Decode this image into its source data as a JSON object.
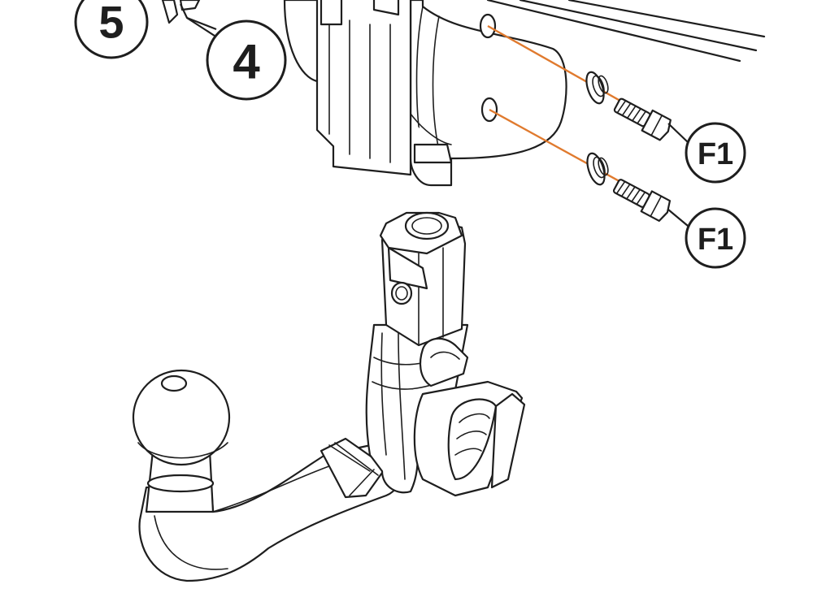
{
  "callouts": {
    "c5": "5",
    "c4": "4",
    "f1_upper": "F1",
    "f1_lower": "F1"
  },
  "colors": {
    "guide_line": "#e07a2e",
    "line_art": "#1e1e1e",
    "background": "#ffffff"
  }
}
